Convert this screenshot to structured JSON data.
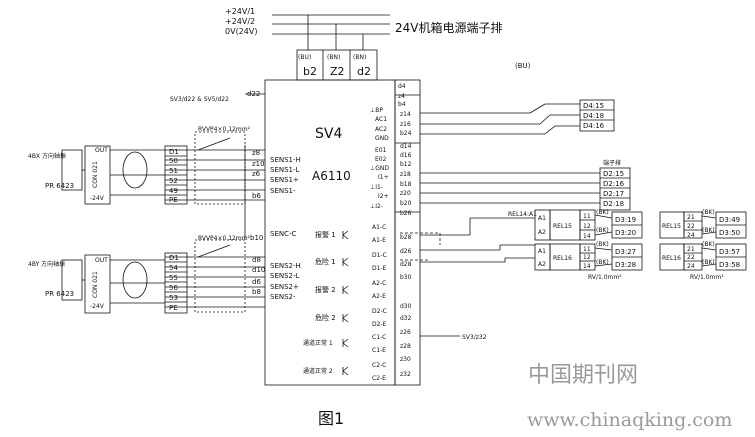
{
  "supply": {
    "rails": [
      "+24V/1",
      "+24V/2",
      "0V(24V)"
    ],
    "title": "24V机箱电源端子排"
  },
  "top_terminals": [
    {
      "color": "(BU)",
      "id": "b2"
    },
    {
      "color": "(BN)",
      "id": "Z2"
    },
    {
      "color": "(BN)",
      "id": "d2"
    }
  ],
  "bu_label": "(BU)",
  "module": {
    "name": "SV4",
    "model": "A6110"
  },
  "sv_label": "SV3/d22 & SV5/d22",
  "sv_pin": "d22",
  "left_signals": {
    "sens1_h": "SENS1-H",
    "sens1_l": "SENS1-L",
    "sens1_p": "SENS1+",
    "sens1_m": "SENS1-",
    "senc": "SENC-C",
    "sens2_h": "SENS2-H",
    "sens2_l": "SENS2-L",
    "sens2_p": "SENS2+",
    "sens2_m": "SENS2-"
  },
  "left_pins": {
    "z8": "z8",
    "z10": "z10",
    "z6": "z6",
    "b6": "b6",
    "b10": "b10",
    "d8": "d8",
    "d10": "d10",
    "d6": "d6",
    "b8": "b8"
  },
  "cable1": "RVVP4×0.12mm²",
  "cable2": "RVVP4×0.12mm²",
  "sensor1": {
    "title": "4BX 方向轴振",
    "model": "PR 6423",
    "con": "CON 021",
    "out": "OUT",
    "v": "-24V",
    "rows": [
      "D1",
      "50",
      "51",
      "52",
      "49",
      "PE"
    ]
  },
  "sensor2": {
    "title": "4BY 方向轴振",
    "model": "PR 6423",
    "con": "CON 021",
    "out": "OUT",
    "v": "-24V",
    "rows": [
      "D1",
      "54",
      "55",
      "56",
      "53",
      "PE"
    ]
  },
  "right_labels": [
    "d4",
    "z4",
    "b4",
    "⊥BP",
    "AC1",
    "AC2",
    "GND",
    "E01",
    "E02",
    "⊥GND",
    "I1+",
    "⊥I1-",
    "I2+",
    "⊥I2-"
  ],
  "right_pins": [
    "z14",
    "z16",
    "b24",
    "d14",
    "d16",
    "b12",
    "z18",
    "b18",
    "z20",
    "b20",
    "b26"
  ],
  "d4_terms": [
    "D4:15",
    "D4:18",
    "D4:16"
  ],
  "d2_header": "端子排",
  "d2_terms": [
    "D2:15",
    "D2:16",
    "D2:17",
    "D2:18"
  ],
  "relays": [
    {
      "label": "报警 1",
      "p1": "A1-C",
      "p2": "A1-E"
    },
    {
      "label": "危险 1",
      "p1": "D1-C",
      "p2": "D1-E"
    },
    {
      "label": "报警 2",
      "p1": "A2-C",
      "p2": "A2-E"
    },
    {
      "label": "危险 2",
      "p1": "D2-C",
      "p2": "D2-E"
    },
    {
      "label": "通道正常 1",
      "p1": "C1-C",
      "p2": "C1-E"
    },
    {
      "label": "通道正常 2",
      "p1": "C2-C",
      "p2": "C2-E"
    }
  ],
  "relay_pins": [
    "b28",
    "d26",
    "d28",
    "b30",
    "d30",
    "d32",
    "z26",
    "z28",
    "z30",
    "z32"
  ],
  "sv3_label": "SV3/z32",
  "rel14": "REL14:A1",
  "rel_block1": {
    "name": "REL15",
    "pins": [
      "A1",
      "A2"
    ],
    "nums": [
      "11",
      "12",
      "14"
    ],
    "colors": [
      "(BK)",
      "(BK)"
    ],
    "terms": [
      "D3:19",
      "D3:20"
    ]
  },
  "rel_block2": {
    "name": "REL16",
    "pins": [
      "A1",
      "A2"
    ],
    "nums": [
      "11",
      "12",
      "14"
    ],
    "colors": [
      "(BK)",
      "(BK)"
    ],
    "terms": [
      "D3:27",
      "D3:28"
    ]
  },
  "rel_block3": {
    "name": "REL15",
    "nums": [
      "21",
      "22",
      "24"
    ],
    "colors": [
      "(BK)",
      "(BK)"
    ],
    "terms": [
      "D3:49",
      "D3:50"
    ]
  },
  "rel_block4": {
    "name": "REL16",
    "nums": [
      "21",
      "22",
      "24"
    ],
    "colors": [
      "(BK)",
      "(BK)"
    ],
    "terms": [
      "D3:57",
      "D3:58"
    ]
  },
  "rv_label1": "RV/1.0mm²",
  "rv_label2": "RV/1.0mm²",
  "caption": "图1",
  "watermark_cn": "中国期刊网",
  "watermark_url": "www.chinaqking.com"
}
